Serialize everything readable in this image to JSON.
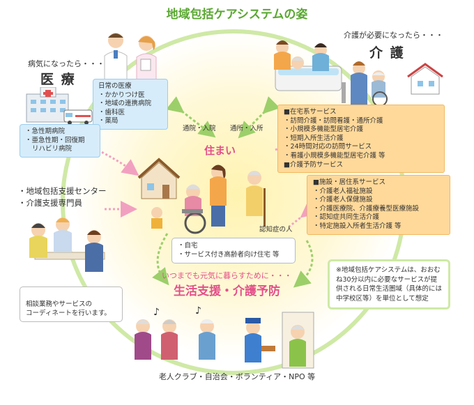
{
  "title": "地域包括ケアシステムの姿",
  "medical": {
    "lead": "病気になったら・・・",
    "heading": "医 療",
    "daily_title": "日常の医療",
    "daily_items": [
      "かかりつけ医",
      "地域の連携病院",
      "歯科医",
      "薬局"
    ],
    "hospital_items": [
      "急性期病院",
      "亜急性期・回復期",
      "リハビリ病院"
    ]
  },
  "care": {
    "lead": "介護が必要になったら・・・",
    "heading": "介 護",
    "home_title": "■在宅系サービス",
    "home_items": [
      "訪問介護・訪問看護・通所介護",
      "小規模多機能型居宅介護",
      "短期入所生活介護",
      "24時間対応の訪問サービス",
      "看護小規模多機能型居宅介護 等"
    ],
    "prevention_title": "■介護予防サービス",
    "facility_title": "■施設・居住系サービス",
    "facility_items": [
      "介護老人福祉施設",
      "介護老人保健施設",
      "介護医療院、介護療養型医療施設",
      "認知症共同生活介護",
      "特定施設入所者生活介護 等"
    ]
  },
  "arrows": {
    "hospital": "通院・入院",
    "daycare": "通所・入所"
  },
  "center": {
    "label": "住まい",
    "dementia_label": "認知症の人",
    "housing_items": [
      "自宅",
      "サービス付き高齢者向け住宅 等"
    ]
  },
  "support": {
    "items": [
      "地域包括支援センター",
      "介護支援専門員"
    ],
    "desc": "相談業務やサービスの\nコーディネートを行います。"
  },
  "living": {
    "tagline": "いつまでも元気に暮らすために・・・",
    "heading": "生活支援・介護予防"
  },
  "note": "※地域包括ケアシステムは、おおむね30分以内に必要なサービスが提供される日常生活圏域（具体的には中学校区等）を単位として想定",
  "footer": "老人クラブ・自治会・ボランティア・NPO 等",
  "colors": {
    "title_green": "#5aa832",
    "ring": "#cfe9a6",
    "pink": "#e2508a",
    "blue_box": "#d6ecfa",
    "orange_box": "#ffd99a"
  }
}
